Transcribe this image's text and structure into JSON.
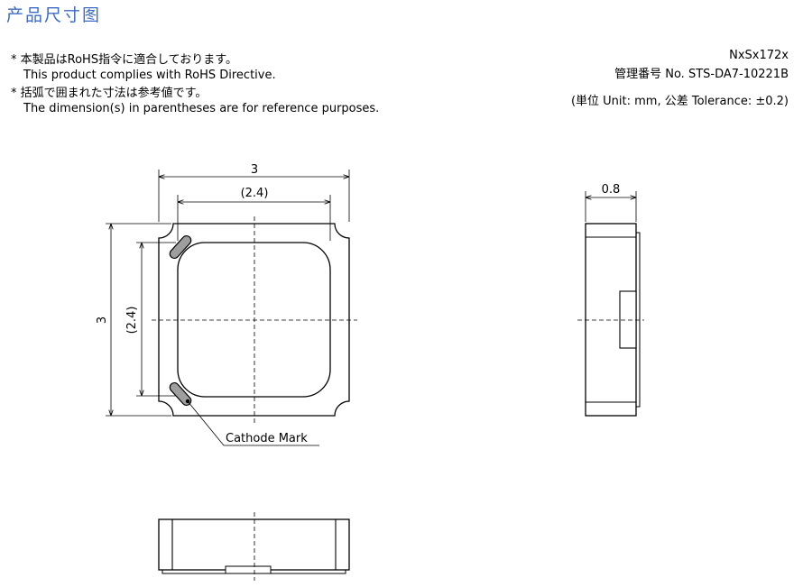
{
  "title": "产品尺寸图",
  "notes": [
    {
      "marker": "*",
      "jp": "本製品はRoHS指令に適合しております。",
      "en": "This product complies with RoHS Directive."
    },
    {
      "marker": "*",
      "jp": "括弧で囲まれた寸法は参考値です。",
      "en": "The dimension(s) in parentheses are for reference purposes."
    }
  ],
  "model": "NxSx172x",
  "control_number": "管理番号 No. STS-DA7-10221B",
  "units_tolerance": "(単位 Unit: mm,  公差 Tolerance: ±0.2)",
  "dimensions": {
    "top_width": "3",
    "inner_width": "(2.4)",
    "left_height": "3",
    "inner_height": "(2.4)",
    "side_thickness": "0.8"
  },
  "cathode_label": "Cathode Mark",
  "colors": {
    "title": "#3b6bc4",
    "line": "#000000",
    "mark_fill": "#9e9e9e"
  }
}
